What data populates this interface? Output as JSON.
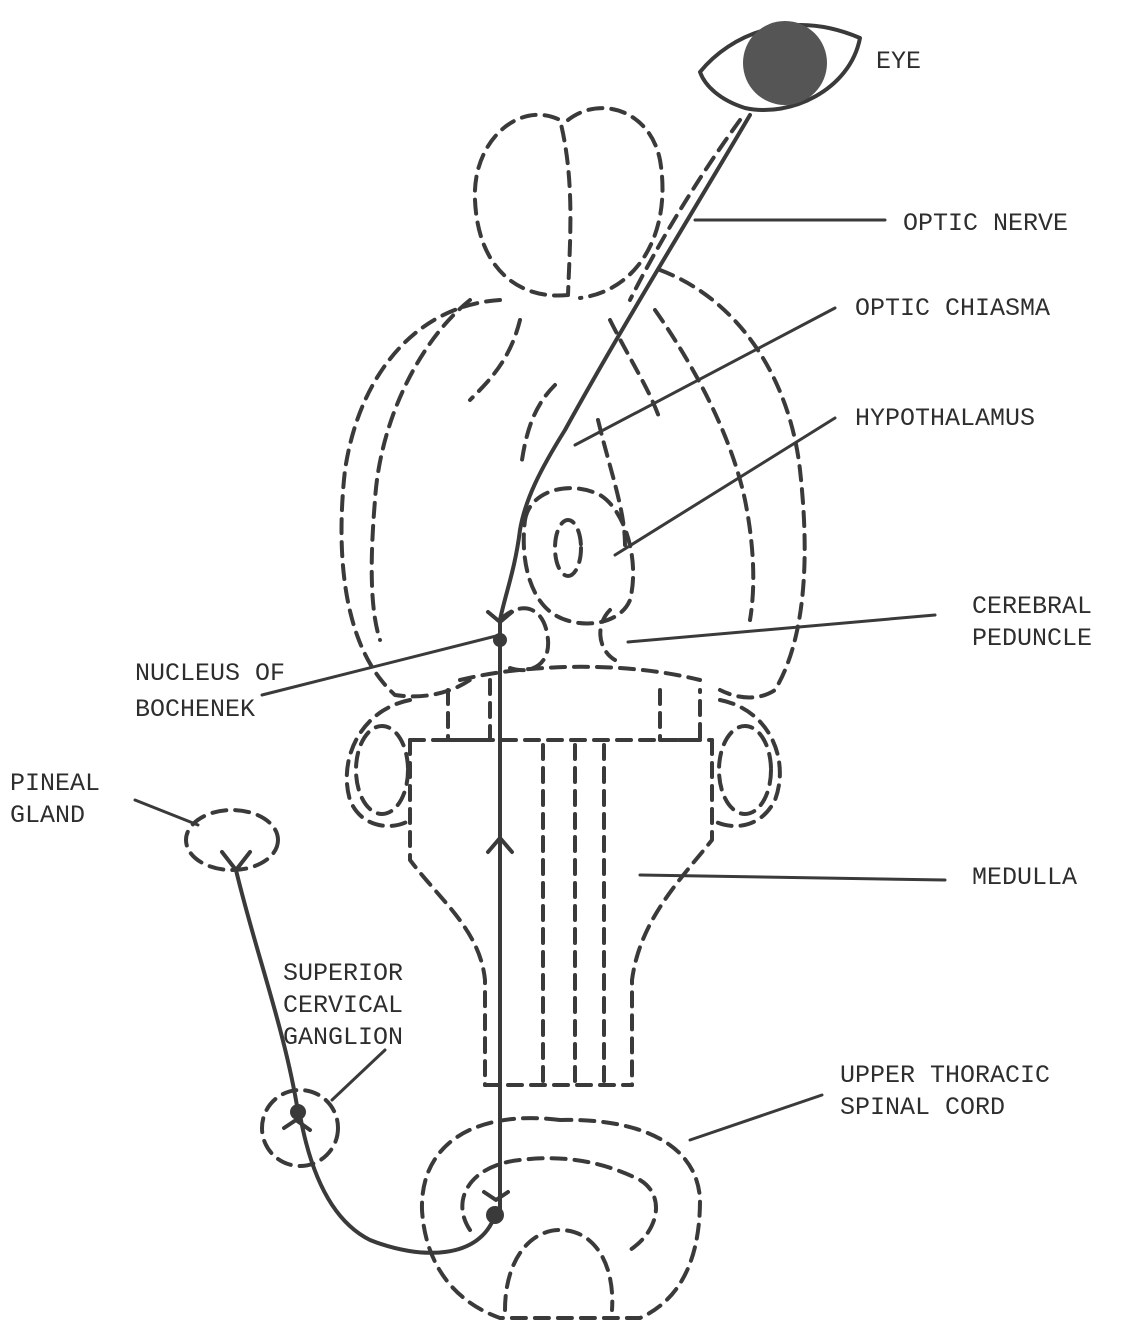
{
  "labels": {
    "eye": "EYE",
    "optic_nerve": "OPTIC NERVE",
    "optic_chiasma": "OPTIC CHIASMA",
    "hypothalamus": "HYPOTHALAMUS",
    "cerebral_peduncle": [
      "CEREBRAL",
      "PEDUNCLE"
    ],
    "nucleus_of_bochenek": [
      "NUCLEUS OF",
      "BOCHENEK"
    ],
    "pineal_gland": [
      "PINEAL",
      "GLAND"
    ],
    "medulla": "MEDULLA",
    "superior_cervical_ganglion": [
      "SUPERIOR",
      "CERVICAL",
      "GANGLION"
    ],
    "upper_thoracic_spinal_cord": [
      "UPPER THORACIC",
      "SPINAL CORD"
    ]
  },
  "colors": {
    "ink": "#3a3a3a",
    "eye_pupil": "#555555",
    "background": "#ffffff"
  }
}
